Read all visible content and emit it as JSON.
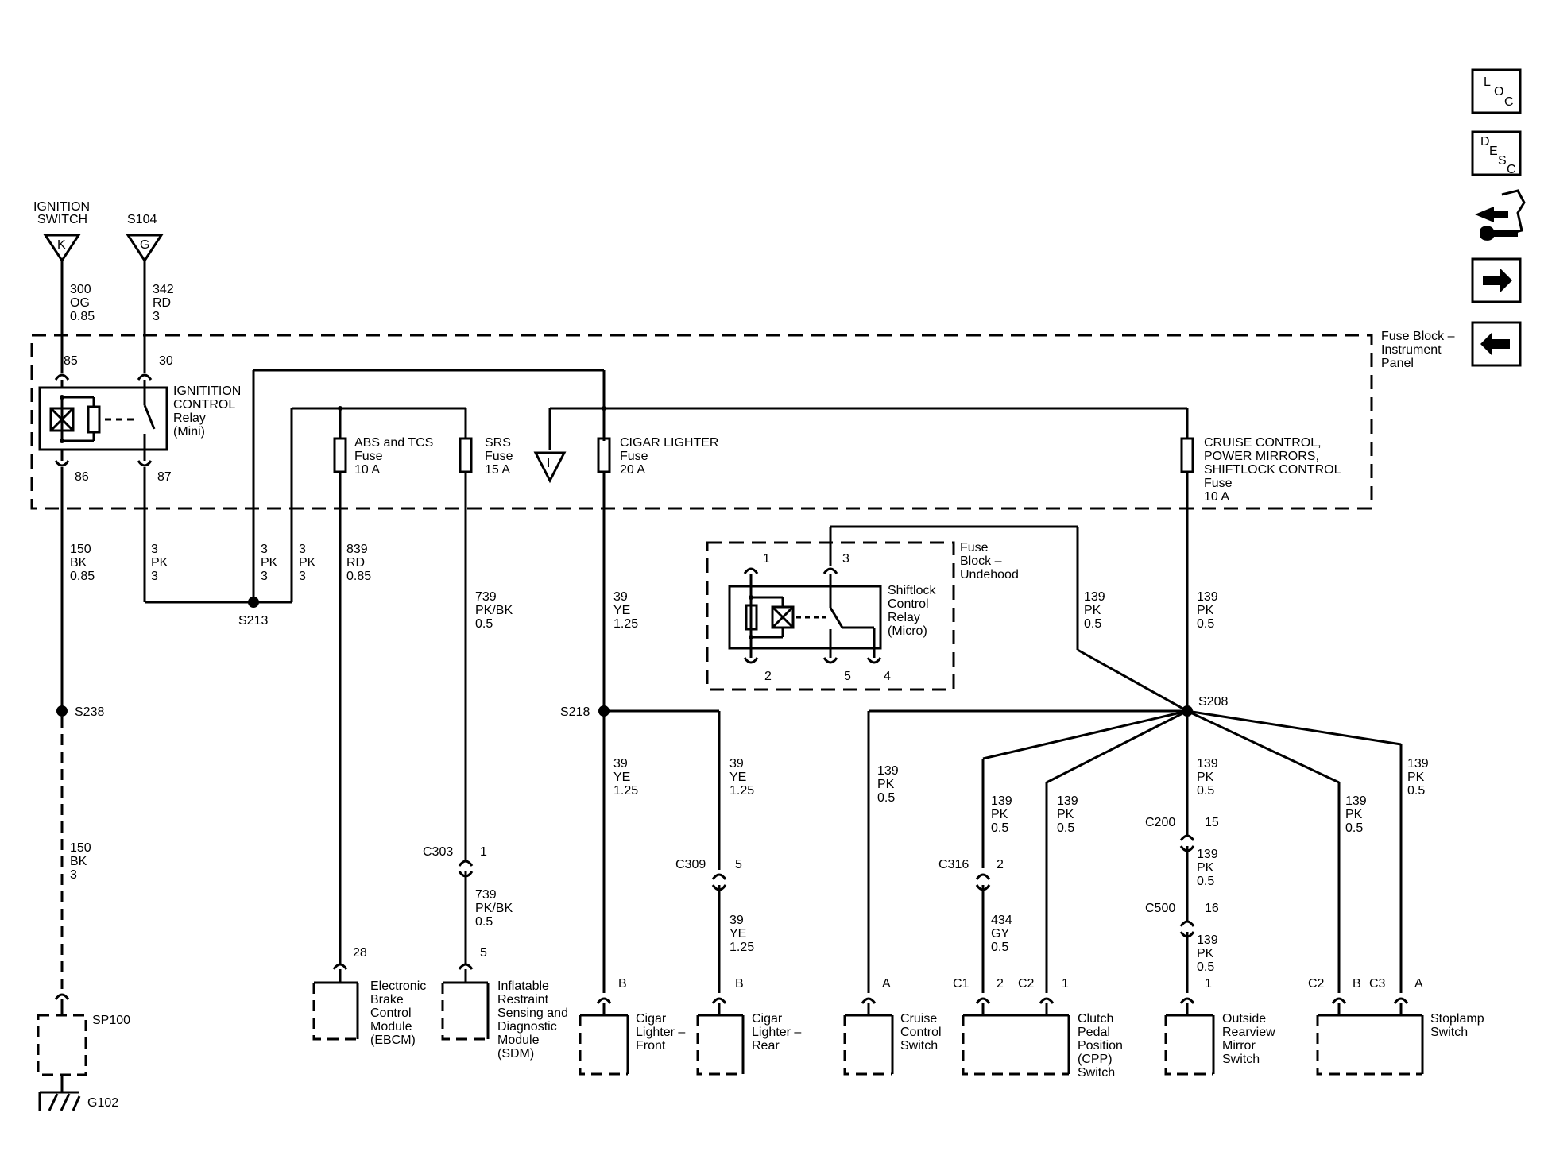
{
  "nav": {
    "loc": [
      "L",
      "O",
      "C"
    ],
    "desc": [
      "D",
      "E",
      "S",
      "C"
    ]
  },
  "sources": {
    "ign_switch": [
      "IGNITION",
      "SWITCH"
    ],
    "ign_switch_letter": "K",
    "s104": "S104",
    "s104_letter": "G",
    "fuse_i_letter": "I"
  },
  "wires": {
    "w300": [
      "300",
      "OG",
      "0.85"
    ],
    "w342": [
      "342",
      "RD",
      "3"
    ],
    "w150a": [
      "150",
      "BK",
      "0.85"
    ],
    "w150b": [
      "150",
      "BK",
      "3"
    ],
    "w3a": [
      "3",
      "PK",
      "3"
    ],
    "w3b": [
      "3",
      "PK",
      "3"
    ],
    "w3c": [
      "3",
      "PK",
      "3"
    ],
    "w839": [
      "839",
      "RD",
      "0.85"
    ],
    "w739a": [
      "739",
      "PK/BK",
      "0.5"
    ],
    "w739b": [
      "739",
      "PK/BK",
      "0.5"
    ],
    "w39a": [
      "39",
      "YE",
      "1.25"
    ],
    "w39b": [
      "39",
      "YE",
      "1.25"
    ],
    "w39c": [
      "39",
      "YE",
      "1.25"
    ],
    "w39d": [
      "39",
      "YE",
      "1.25"
    ],
    "w139a": [
      "139",
      "PK",
      "0.5"
    ],
    "w139b": [
      "139",
      "PK",
      "0.5"
    ],
    "w139c": [
      "139",
      "PK",
      "0.5"
    ],
    "w139d": [
      "139",
      "PK",
      "0.5"
    ],
    "w139e": [
      "139",
      "PK",
      "0.5"
    ],
    "w139f": [
      "139",
      "PK",
      "0.5"
    ],
    "w139g": [
      "139",
      "PK",
      "0.5"
    ],
    "w139h": [
      "139",
      "PK",
      "0.5"
    ],
    "w139i": [
      "139",
      "PK",
      "0.5"
    ],
    "w139j": [
      "139",
      "PK",
      "0.5"
    ],
    "w434": [
      "434",
      "GY",
      "0.5"
    ]
  },
  "relay_ign": {
    "label": [
      "IGNITITION",
      "CONTROL",
      "Relay",
      "(Mini)"
    ],
    "pins": {
      "p85": "85",
      "p30": "30",
      "p86": "86",
      "p87": "87"
    }
  },
  "fuse_block_ip": [
    "Fuse Block –",
    "Instrument",
    "Panel"
  ],
  "fuses": {
    "abs": [
      "ABS and TCS",
      "Fuse",
      "10 A"
    ],
    "srs": [
      "SRS",
      "Fuse",
      "15 A"
    ],
    "cigar": [
      "CIGAR LIGHTER",
      "Fuse",
      "20 A"
    ],
    "cruise": [
      "CRUISE CONTROL,",
      "POWER MIRRORS,",
      "SHIFTLOCK CONTROL",
      "Fuse",
      "10 A"
    ]
  },
  "fuse_block_uh": [
    "Fuse",
    "Block –",
    "Undehood"
  ],
  "relay_shift": {
    "label": [
      "Shiftlock",
      "Control",
      "Relay",
      "(Micro)"
    ],
    "pins": {
      "p1": "1",
      "p2": "2",
      "p3": "3",
      "p4": "4",
      "p5": "5"
    }
  },
  "splices": {
    "s213": "S213",
    "s238": "S238",
    "s218": "S218",
    "s208": "S208"
  },
  "connectors": {
    "c303": "C303",
    "c303_pin": "1",
    "c309": "C309",
    "c309_pin": "5",
    "c316": "C316",
    "c316_pin": "2",
    "c200": "C200",
    "c200_pin": "15",
    "c500": "C500",
    "c500_pin": "16"
  },
  "components": {
    "sp100": "SP100",
    "g102": "G102",
    "ebcm": {
      "label": [
        "Electronic",
        "Brake",
        "Control",
        "Module",
        "(EBCM)"
      ],
      "pin": "28"
    },
    "sdm": {
      "label": [
        "Inflatable",
        "Restraint",
        "Sensing and",
        "Diagnostic",
        "Module",
        "(SDM)"
      ],
      "pin": "5"
    },
    "cig_front": {
      "label": [
        "Cigar",
        "Lighter –",
        "Front"
      ],
      "pin": "B"
    },
    "cig_rear": {
      "label": [
        "Cigar",
        "Lighter –",
        "Rear"
      ],
      "pin": "B"
    },
    "cruise_sw": {
      "label": [
        "Cruise",
        "Control",
        "Switch"
      ],
      "pin": "A"
    },
    "cpp": {
      "label": [
        "Clutch",
        "Pedal",
        "Position",
        "(CPP)",
        "Switch"
      ],
      "c1": "C1",
      "c1pin": "2",
      "c2": "C2",
      "c2pin": "1"
    },
    "mirror": {
      "label": [
        "Outside",
        "Rearview",
        "Mirror",
        "Switch"
      ],
      "pin": "1"
    },
    "stoplamp": {
      "label": [
        "Stoplamp",
        "Switch"
      ],
      "c2": "C2",
      "c2pin": "B",
      "c3": "C3",
      "c3pin": "A"
    }
  }
}
